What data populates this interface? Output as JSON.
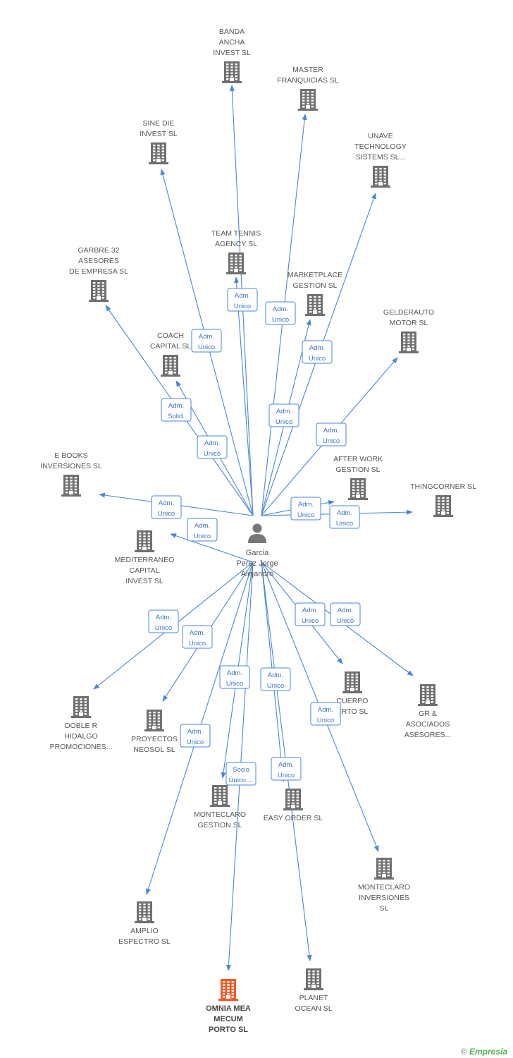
{
  "colors": {
    "edge": "#4a86d8",
    "company": "#707070",
    "highlight": "#f05a28",
    "person": "#777777"
  },
  "person": {
    "lines": [
      "Garcia",
      "Perez Jorge",
      "Alejandro"
    ]
  },
  "companies": [
    {
      "id": "banda",
      "lines": [
        "BANDA",
        "ANCHA",
        "INVEST SL"
      ]
    },
    {
      "id": "master",
      "lines": [
        "MASTER",
        "FRANQUICIAS SL"
      ]
    },
    {
      "id": "sinedie",
      "lines": [
        "SINE DIE",
        "INVEST SL"
      ]
    },
    {
      "id": "unave",
      "lines": [
        "UNAVE",
        "TECHNOLOGY",
        "SISTEMS SL..."
      ]
    },
    {
      "id": "teamtennis",
      "lines": [
        "TEAM TENNIS",
        "AGENCY  SL"
      ]
    },
    {
      "id": "garbre",
      "lines": [
        "GARBRE 32",
        "ASESORES",
        "DE EMPRESA  SL"
      ]
    },
    {
      "id": "marketplace",
      "lines": [
        "MARKETPLACE",
        "GESTION SL"
      ]
    },
    {
      "id": "gelderauto",
      "lines": [
        "GELDERAUTO",
        "MOTOR SL"
      ]
    },
    {
      "id": "coach",
      "lines": [
        "COACH",
        "CAPITAL  SL"
      ]
    },
    {
      "id": "ebooks",
      "lines": [
        "E BOOKS",
        "INVERSIONES SL"
      ]
    },
    {
      "id": "afterwork",
      "lines": [
        "AFTER WORK",
        "GESTION SL"
      ]
    },
    {
      "id": "thingcorner",
      "lines": [
        "THINGCORNER SL"
      ]
    },
    {
      "id": "mediterraneo",
      "lines": [
        "MEDITERRANEO",
        "CAPITAL",
        "INVEST  SL"
      ]
    },
    {
      "id": "cuerpo",
      "lines": [
        "CUERPO",
        "ERTO SL"
      ]
    },
    {
      "id": "gr",
      "lines": [
        "GR &",
        "ASOCIADOS",
        "ASESORES..."
      ]
    },
    {
      "id": "dobler",
      "lines": [
        "DOBLE R",
        "HIDALGO",
        "PROMOCIONES..."
      ]
    },
    {
      "id": "proyectos",
      "lines": [
        "PROYECTOS",
        "NEOSOL  SL"
      ]
    },
    {
      "id": "monteclaro_g",
      "lines": [
        "MONTECLARO",
        "GESTION  SL"
      ]
    },
    {
      "id": "easyorder",
      "lines": [
        "EASY ORDER SL"
      ]
    },
    {
      "id": "monteclaro_i",
      "lines": [
        "MONTECLARO",
        "INVERSIONES",
        "SL"
      ]
    },
    {
      "id": "amplio",
      "lines": [
        "AMPLIO",
        "ESPECTRO  SL"
      ]
    },
    {
      "id": "omnia",
      "lines": [
        "OMNIA MEA",
        "MECUM",
        "PORTO SL"
      ],
      "highlight": true
    },
    {
      "id": "planet",
      "lines": [
        "PLANET",
        "OCEAN SL"
      ]
    }
  ],
  "relations": [
    {
      "target": "banda",
      "lines": [
        "Adm.",
        "Unico"
      ]
    },
    {
      "target": "master",
      "lines": [
        "Adm.",
        "Unico"
      ]
    },
    {
      "target": "sinedie",
      "lines": [
        "Adm.",
        "Unico"
      ]
    },
    {
      "target": "unave",
      "lines": [
        "Adm.",
        "Unico"
      ]
    },
    {
      "target": "teamtennis",
      "lines": [
        "Adm.",
        "Unico"
      ]
    },
    {
      "target": "garbre",
      "lines": [
        "Adm.",
        "Solid."
      ]
    },
    {
      "target": "marketplace",
      "lines": [
        "Adm.",
        "Unico"
      ]
    },
    {
      "target": "gelderauto",
      "lines": [
        "Adm.",
        "Unico"
      ]
    },
    {
      "target": "coach",
      "lines": [
        "Adm.",
        "Unico"
      ]
    },
    {
      "target": "ebooks",
      "lines": [
        "Adm.",
        "Unico"
      ]
    },
    {
      "target": "afterwork",
      "lines": [
        "Adm.",
        "Unico"
      ]
    },
    {
      "target": "thingcorner",
      "lines": [
        "Adm.",
        "Unico"
      ]
    },
    {
      "target": "mediterraneo",
      "lines": [
        "Adm.",
        "Unico"
      ]
    },
    {
      "target": "cuerpo",
      "lines": [
        "Adm.",
        "Unico"
      ]
    },
    {
      "target": "gr",
      "lines": [
        "Adm.",
        "Unico"
      ]
    },
    {
      "target": "dobler",
      "lines": [
        "Adm.",
        "Unico"
      ]
    },
    {
      "target": "proyectos",
      "lines": [
        "Adm.",
        "Unico"
      ]
    },
    {
      "target": "monteclaro_g",
      "lines": [
        "Adm.",
        "Unico"
      ]
    },
    {
      "target": "easyorder",
      "lines": [
        "Adm.",
        "Unico"
      ]
    },
    {
      "target": "monteclaro_i",
      "lines": [
        "Adm.",
        "Unico"
      ]
    },
    {
      "target": "amplio",
      "lines": [
        "Adm.",
        "Unico"
      ]
    },
    {
      "target": "omnia",
      "lines": [
        "Socio",
        "Único,..."
      ]
    },
    {
      "target": "planet",
      "lines": [
        "Adm.",
        "Unico"
      ]
    }
  ],
  "footer": {
    "copyright": "©",
    "brand": "Empresia"
  }
}
